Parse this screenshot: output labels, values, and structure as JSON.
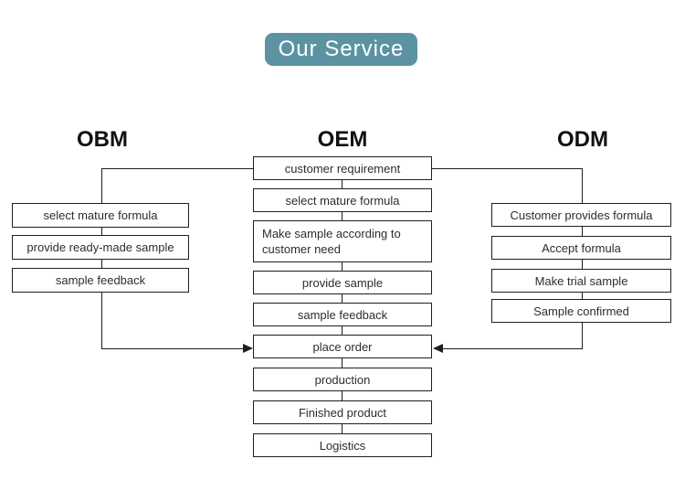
{
  "title_badge": {
    "label": "Our Service",
    "bg_color": "#5b93a3",
    "text_color": "#ffffff",
    "shape": "rounded-rectangle"
  },
  "diagram": {
    "type": "flowchart",
    "columns": [
      {
        "header": "OBM",
        "boxes": [
          "select mature formula",
          "provide ready-made sample",
          "sample feedback"
        ]
      },
      {
        "header": "OEM",
        "boxes": [
          "customer requirement",
          "select mature formula",
          "Make sample according to customer need",
          "provide sample",
          "sample feedback",
          "place order",
          "production",
          "Finished product",
          "Logistics"
        ]
      },
      {
        "header": "ODM",
        "boxes": [
          "Customer provides formula",
          "Accept formula",
          "Make trial sample",
          "Sample confirmed"
        ]
      }
    ],
    "connections": [
      {
        "from": "customer requirement",
        "to": "select mature formula (OBM)",
        "arrow": false
      },
      {
        "from": "customer requirement",
        "to": "select mature formula (OEM)",
        "arrow": false
      },
      {
        "from": "customer requirement",
        "to": "Customer provides formula (ODM)",
        "arrow": false
      },
      {
        "from": "sample feedback (OBM)",
        "to": "place order",
        "arrow": true
      },
      {
        "from": "Sample confirmed (ODM)",
        "to": "place order",
        "arrow": true
      },
      {
        "from": "place order",
        "to": "production",
        "arrow": false
      },
      {
        "from": "production",
        "to": "Finished product",
        "arrow": false
      },
      {
        "from": "Finished product",
        "to": "Logistics",
        "arrow": false
      }
    ]
  },
  "colors": {
    "background": "#ffffff",
    "line": "#1f1f1f",
    "box_border": "#1f1f1f",
    "box_text": "#2d2d2d",
    "header_text": "#111111"
  }
}
